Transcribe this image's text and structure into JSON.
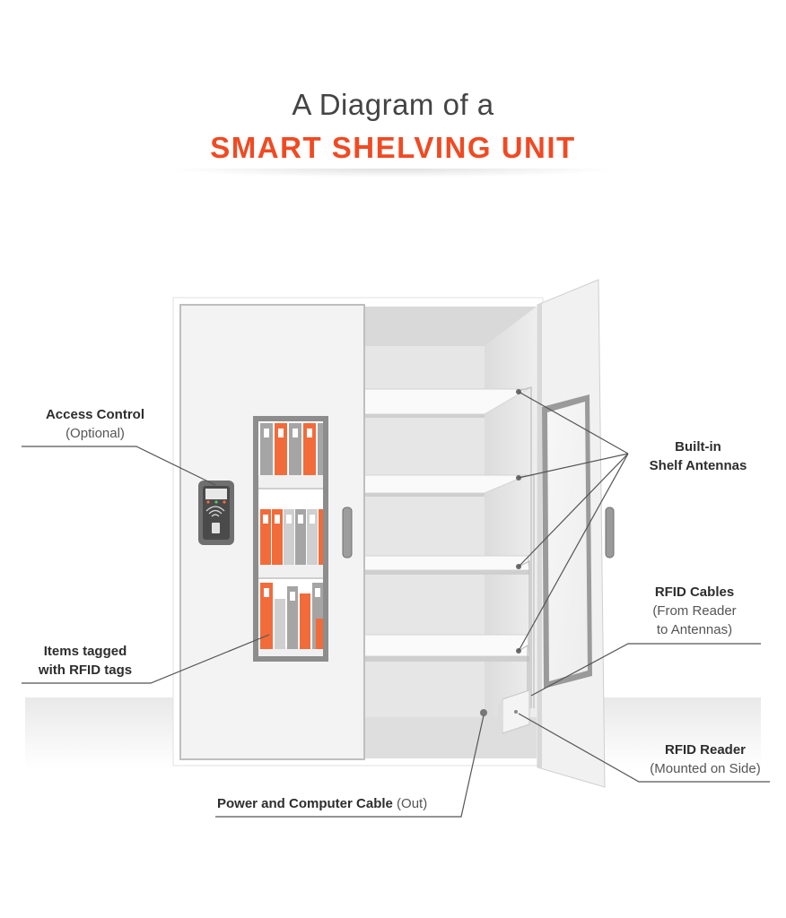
{
  "title": {
    "line1": "A Diagram of a",
    "line2": "SMART SHELVING UNIT"
  },
  "labels": {
    "access_control": {
      "title": "Access Control",
      "sub": "(Optional)"
    },
    "items_tagged": {
      "line1": "Items tagged",
      "line2": "with RFID tags"
    },
    "antennas": {
      "line1": "Built-in",
      "line2": "Shelf Antennas"
    },
    "cables": {
      "title": "RFID Cables",
      "sub1": "(From Reader",
      "sub2": "to Antennas)"
    },
    "reader": {
      "title": "RFID Reader",
      "sub": "(Mounted on Side)"
    },
    "power": {
      "title": "Power and Computer Cable",
      "sub": "(Out)"
    }
  },
  "colors": {
    "accent": "#f04a23",
    "binder_orange": "#f26b3a",
    "binder_gray": "#a5a5a5",
    "cabinet": "#f2f2f2",
    "leader_line": "#555555"
  },
  "icons": {
    "reader_device": "access-control-reader-icon",
    "nfc": "contactless-icon"
  }
}
